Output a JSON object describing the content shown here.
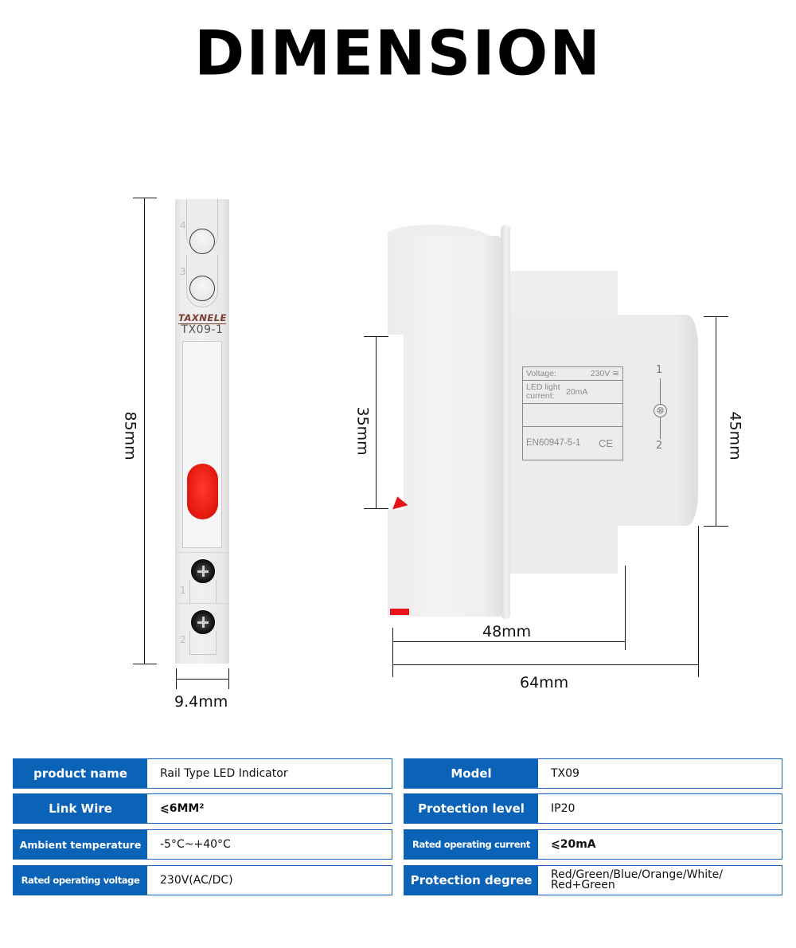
{
  "header": {
    "title": "DIMENSION"
  },
  "front_view": {
    "brand": "TAXNELE",
    "model_label": "TX09-1",
    "terminal_numbers": [
      "4",
      "3",
      "1",
      "2"
    ],
    "led_color": "#e8141b",
    "dimensions": {
      "height": "85mm",
      "width": "9.4mm"
    }
  },
  "side_view": {
    "nameplate": {
      "voltage_label": "Voltage:",
      "voltage_value": "230V ≅",
      "current_label": "LED light current:",
      "current_value": "20mA",
      "standard": "EN60947-5-1",
      "mark": "CE"
    },
    "circuit": {
      "terminal_top": "1",
      "terminal_bottom": "2",
      "lamp_symbol": "⊗"
    },
    "dimensions": {
      "rail_height": "35mm",
      "front_height": "45mm",
      "depth_inner": "48mm",
      "depth_total": "64mm"
    }
  },
  "specs": {
    "left": [
      {
        "key": "product name",
        "value": "Rail Type LED Indicator"
      },
      {
        "key": "Link Wire",
        "value": "⩽6MM²"
      },
      {
        "key": "Ambient temperature",
        "value": "-5°C~+40°C"
      },
      {
        "key": "Rated operating voltage",
        "value": "230V(AC/DC)"
      }
    ],
    "right": [
      {
        "key": "Model",
        "value": "TX09"
      },
      {
        "key": "Protection level",
        "value": "IP20"
      },
      {
        "key": "Rated operating current",
        "value": "⩽20mA"
      },
      {
        "key": "Protection degree",
        "value": "Red/Green/Blue/Orange/White/ Red+Green"
      }
    ]
  },
  "colors": {
    "table_header_blue": "#0b63b8",
    "table_border": "#1565c0",
    "accent_red": "#e8141b"
  }
}
